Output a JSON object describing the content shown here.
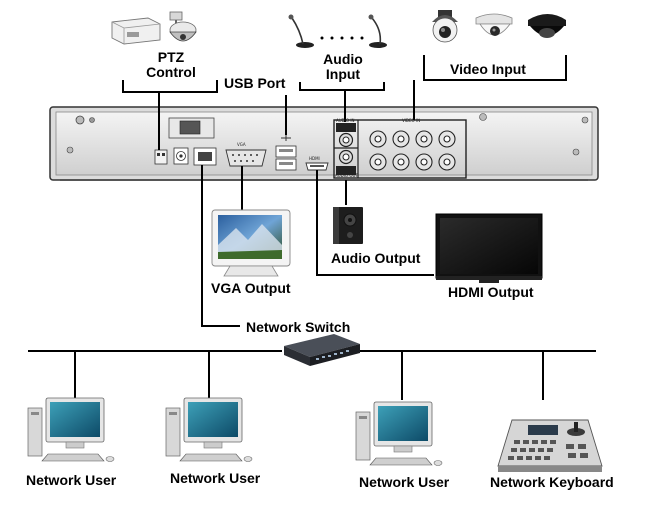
{
  "labels": {
    "ptz_line1": "PTZ",
    "ptz_line2": "Control",
    "usb_port": "USB Port",
    "audio_input_line1": "Audio",
    "audio_input_line2": "Input",
    "video_input": "Video Input",
    "vga_output": "VGA Output",
    "audio_output": "Audio Output",
    "hdmi_output": "HDMI Output",
    "network_switch": "Network Switch",
    "network_users": [
      "Network User",
      "Network User",
      "Network User"
    ],
    "network_keyboard": "Network Keyboard"
  },
  "panel_marks": {
    "vga": "VGA",
    "hdmi": "HDMI",
    "audio_in": "AUDIO IN",
    "audio_out": "AUDIO OUT",
    "video_in": "VIDEO IN"
  },
  "icons": [
    "ptz-decoder-box-icon",
    "ptz-dome-camera-icon",
    "microphone-icon",
    "dome-camera-icon",
    "speaker-icon",
    "monitor-icon",
    "tv-icon",
    "network-switch-icon",
    "desktop-computer-icon",
    "keyboard-controller-icon"
  ]
}
